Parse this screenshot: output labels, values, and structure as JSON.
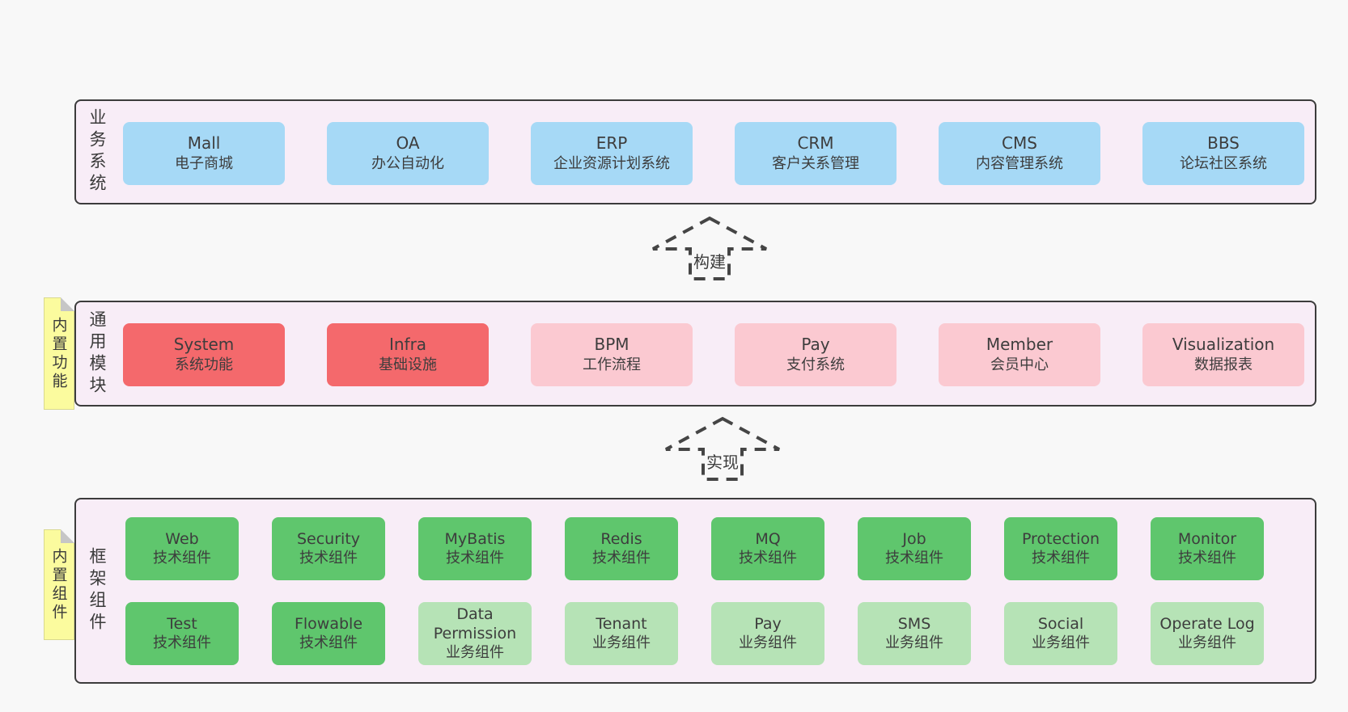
{
  "title": "ruoyi-vue-pro architecture diagram",
  "colors": {
    "page_bg": "#f8f8f8",
    "panel_bg": "#f8edf7",
    "panel_border": "#3c3c3c",
    "box_blue": "#a6d9f6",
    "box_red": "#f4696c",
    "box_pink": "#fbc9d1",
    "box_green": "#5fc66d",
    "box_green_light": "#b6e3b6",
    "note_yellow": "#fbfb9e",
    "fold_gray": "#c6c6c6",
    "text": "#3d3d3d"
  },
  "arrows": [
    {
      "label": "构建"
    },
    {
      "label": "实现"
    }
  ],
  "sections": [
    {
      "label": "业务系统",
      "rows": [
        [
          {
            "en": "Mall",
            "zh": "电子商城"
          },
          {
            "en": "OA",
            "zh": "办公自动化"
          },
          {
            "en": "ERP",
            "zh": "企业资源计划系统"
          },
          {
            "en": "CRM",
            "zh": "客户关系管理"
          },
          {
            "en": "CMS",
            "zh": "内容管理系统"
          },
          {
            "en": "BBS",
            "zh": "论坛社区系统"
          }
        ]
      ]
    },
    {
      "label": "通用模块",
      "tab": "内置功能",
      "rows": [
        [
          {
            "en": "System",
            "zh": "系统功能"
          },
          {
            "en": "Infra",
            "zh": "基础设施"
          },
          {
            "en": "BPM",
            "zh": "工作流程"
          },
          {
            "en": "Pay",
            "zh": "支付系统"
          },
          {
            "en": "Member",
            "zh": "会员中心"
          },
          {
            "en": "Visualization",
            "zh": "数据报表"
          }
        ]
      ]
    },
    {
      "label": "框架组件",
      "tab": "内置组件",
      "rows": [
        [
          {
            "en": "Web",
            "zh": "技术组件"
          },
          {
            "en": "Security",
            "zh": "技术组件"
          },
          {
            "en": "MyBatis",
            "zh": "技术组件"
          },
          {
            "en": "Redis",
            "zh": "技术组件"
          },
          {
            "en": "MQ",
            "zh": "技术组件"
          },
          {
            "en": "Job",
            "zh": "技术组件"
          },
          {
            "en": "Protection",
            "zh": "技术组件"
          },
          {
            "en": "Monitor",
            "zh": "技术组件"
          }
        ],
        [
          {
            "en": "Test",
            "zh": "技术组件"
          },
          {
            "en": "Flowable",
            "zh": "技术组件"
          },
          {
            "en": "Data Permission",
            "zh": "业务组件"
          },
          {
            "en": "Tenant",
            "zh": "业务组件"
          },
          {
            "en": "Pay",
            "zh": "业务组件"
          },
          {
            "en": "SMS",
            "zh": "业务组件"
          },
          {
            "en": "Social",
            "zh": "业务组件"
          },
          {
            "en": "Operate Log",
            "zh": "业务组件"
          }
        ]
      ]
    }
  ]
}
